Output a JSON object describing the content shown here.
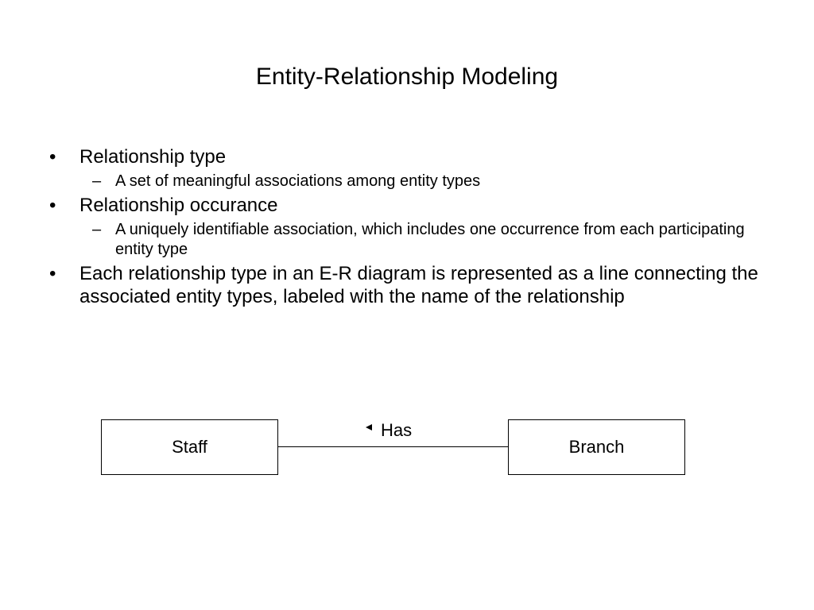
{
  "slide": {
    "title": "Entity-Relationship Modeling",
    "bullets": [
      {
        "marker": "•",
        "text": "Relationship type",
        "sub": [
          {
            "marker": "–",
            "text": "A set of meaningful associations among entity types"
          }
        ]
      },
      {
        "marker": "•",
        "text": "Relationship occurance",
        "sub": [
          {
            "marker": "–",
            "text": "A uniquely identifiable association, which includes one occurrence from each participating entity type"
          }
        ]
      },
      {
        "marker": "•",
        "text": "Each relationship type in an E-R diagram is represented as a line connecting the associated entity types, labeled with the name of the relationship",
        "sub": []
      }
    ]
  },
  "diagram": {
    "entity_left": "Staff",
    "entity_right": "Branch",
    "relationship_label": "Has",
    "direction_icon": "triangle-left-icon"
  }
}
